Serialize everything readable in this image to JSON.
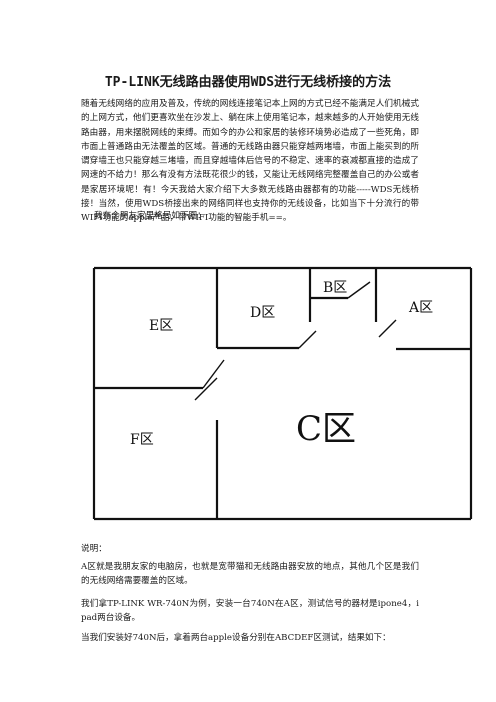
{
  "document": {
    "title": "TP-LINK无线路由器使用WDS进行无线桥接的方法",
    "paragraphs": {
      "intro": "随着无线网络的应用及普及，传统的网线连接笔记本上网的方式已经不能满足人们机械式的上网方式，他们更喜欢坐在沙发上、躺在床上使用笔记本，越来越多的人开始使用无线路由器，用来摆脱网线的束缚。而如今的办公和家居的装修环境势必造成了一些死角，即市面上普通路由无法覆盖的区域。普通的无线路由器只能穿越两堵墙，市面上能买到的所谓穿墙王也只能穿越三堵墙，而且穿越墙体后信号的不稳定、速率的衰减都直接的造成了网速的不给力！那么有没有方法既花很少的钱，又能让无线网络完整覆盖自己的办公或者是家居环境呢！有！今天我给大家介绍下大多数无线路由器都有的功能-----WDS无线桥接！当然，使用WDS桥接出来的网络同样也支持你的无线设备，比如当下十分流行的带WIFI功能的apple产品，带WIFI功能的智能手机==。",
      "layout_intro": "我有个朋友家里格局如下图：",
      "note_label": "说明：",
      "note_a": "A区就是我朋友家的电脑房，也就是宽带猫和无线路由器安放的地点，其他几个区是我们的无线网络需要覆盖的区域。",
      "note_model": "我们拿TP-LINK WR-740N为例，安装一台740N在A区，测试信号的器材是ipone4，ipad两台设备。",
      "note_test": "当我们安装好740N后，拿着两台apple设备分别在ABCDEF区测试，结果如下："
    }
  },
  "floor_plan": {
    "zones": {
      "a": "A区",
      "b": "B区",
      "c": "C区",
      "d": "D区",
      "e": "E区",
      "f": "F区"
    }
  }
}
